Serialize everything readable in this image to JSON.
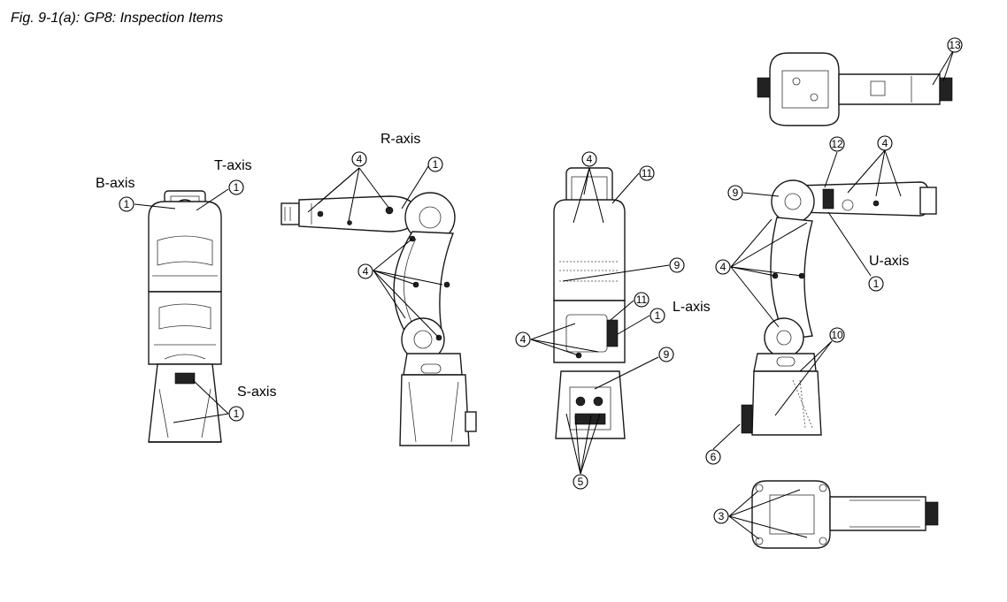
{
  "caption": "Fig. 9-1(a): GP8: Inspection Items",
  "axis_labels": {
    "b_axis": "B-axis",
    "t_axis": "T-axis",
    "s_axis": "S-axis",
    "r_axis": "R-axis",
    "l_axis": "L-axis",
    "u_axis": "U-axis"
  },
  "callouts": {
    "c1_front_b": "1",
    "c1_front_t": "1",
    "c1_front_s": "1",
    "c4_side_top": "4",
    "c1_side_top": "1",
    "c4_side_mid": "4",
    "c4_rear_top": "4",
    "c11_rear_top": "11",
    "c9_rear_mid": "9",
    "c11_rear_low": "11",
    "c1_rear_l": "1",
    "c4_rear_low": "4",
    "c9_rear_base": "9",
    "c5_rear_base": "5",
    "c13_top_view": "13",
    "c12_right": "12",
    "c4_right_top": "4",
    "c9_right": "9",
    "c4_right_mid": "4",
    "c1_right_u": "1",
    "c10_right": "10",
    "c6_right": "6",
    "c3_bottom_view": "3"
  }
}
